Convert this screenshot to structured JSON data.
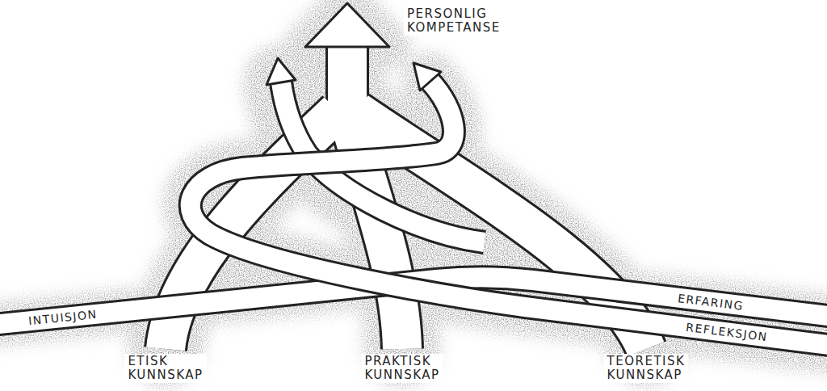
{
  "diagram": {
    "labels": [
      "PERSONLIG KOMPETANSE",
      "INTUISJON",
      "ERFARING",
      "REFLEKSJON",
      "ETISK KUNNSKAP",
      "PRAKTISK KUNNSKAP",
      "TEORETISK KUNNSKAP"
    ]
  }
}
